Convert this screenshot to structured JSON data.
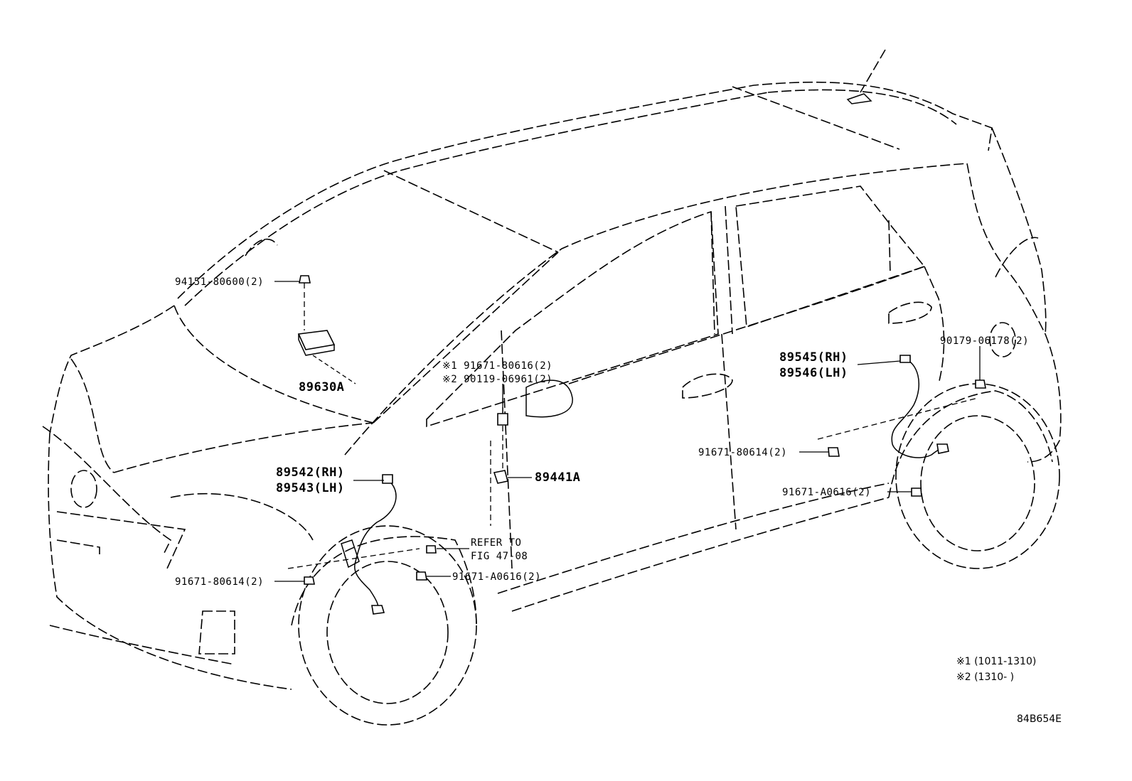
{
  "diagram_code": "84B654E",
  "callouts": {
    "p94151": "94151-80600(2)",
    "p89630a": "89630A",
    "p89542": "89542(RH)",
    "p89543": "89543(LH)",
    "p91671_front_left": "91671-80614(2)",
    "refer_line1": "REFER TO",
    "refer_line2": "FIG 47-08",
    "p91671_a0616_front": "91671-A0616(2)",
    "note1_part": "※1 91671-80616(2)",
    "note2_part": "※2 90119-06961(2)",
    "p89441a": "89441A",
    "p89545": "89545(RH)",
    "p89546": "89546(LH)",
    "p90179": "90179-06178(2)",
    "p91671_rear": "91671-80614(2)",
    "p91671_a0616_rear": "91671-A0616(2)"
  },
  "notes": {
    "n1": "※1 (1011-1310)",
    "n2": "※2 (1310-      )"
  }
}
